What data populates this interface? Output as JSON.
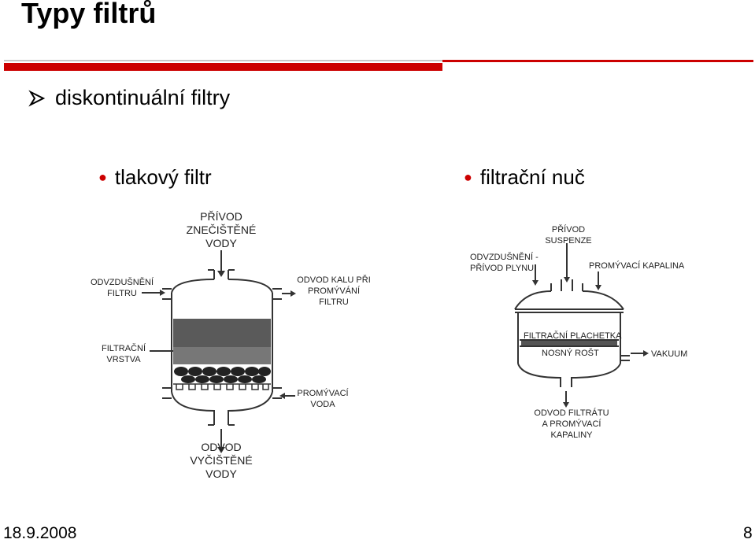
{
  "title": "Typy filtrů",
  "bullet1": "diskontinuální filtry",
  "bullet2a": "tlakový filtr",
  "bullet2b": "filtrační nuč",
  "footer": {
    "date": "18.9.2008",
    "page": "8"
  },
  "colors": {
    "accent_red": "#cc0000",
    "rule_gray": "#c8c8c8",
    "bullet_red": "#cc0000"
  },
  "icons": {
    "bullet_arrow": "arrow-bullet-icon"
  },
  "left_diagram": {
    "inlet": [
      "PŘÍVOD",
      "ZNEČIŠTĚNÉ",
      "VODY"
    ],
    "vent": [
      "ODVZDUŠNĚNÍ",
      "FILTRU"
    ],
    "sludge": [
      "ODVOD KALU PŘI",
      "PROMÝVÁNÍ",
      "FILTRU"
    ],
    "layer": [
      "FILTRAČNÍ",
      "VRSTVA"
    ],
    "wash": [
      "PROMÝVACÍ",
      "VODA"
    ],
    "outlet": [
      "ODVOD",
      "VYČIŠTĚNÉ",
      "VODY"
    ]
  },
  "right_diagram": {
    "inlet": [
      "PŘÍVOD",
      "SUSPENZE"
    ],
    "vent": [
      "ODVZDUŠNĚNÍ -",
      "PŘÍVOD PLYNU"
    ],
    "wash": "PROMÝVACÍ KAPALINA",
    "plate": "FILTRAČNÍ PLACHETKA",
    "grate": "NOSNÝ ROŠT",
    "vacuum": "VAKUUM",
    "outlet": [
      "ODVOD FILTRÁTU",
      "A PROMÝVACÍ",
      "KAPALINY"
    ]
  }
}
